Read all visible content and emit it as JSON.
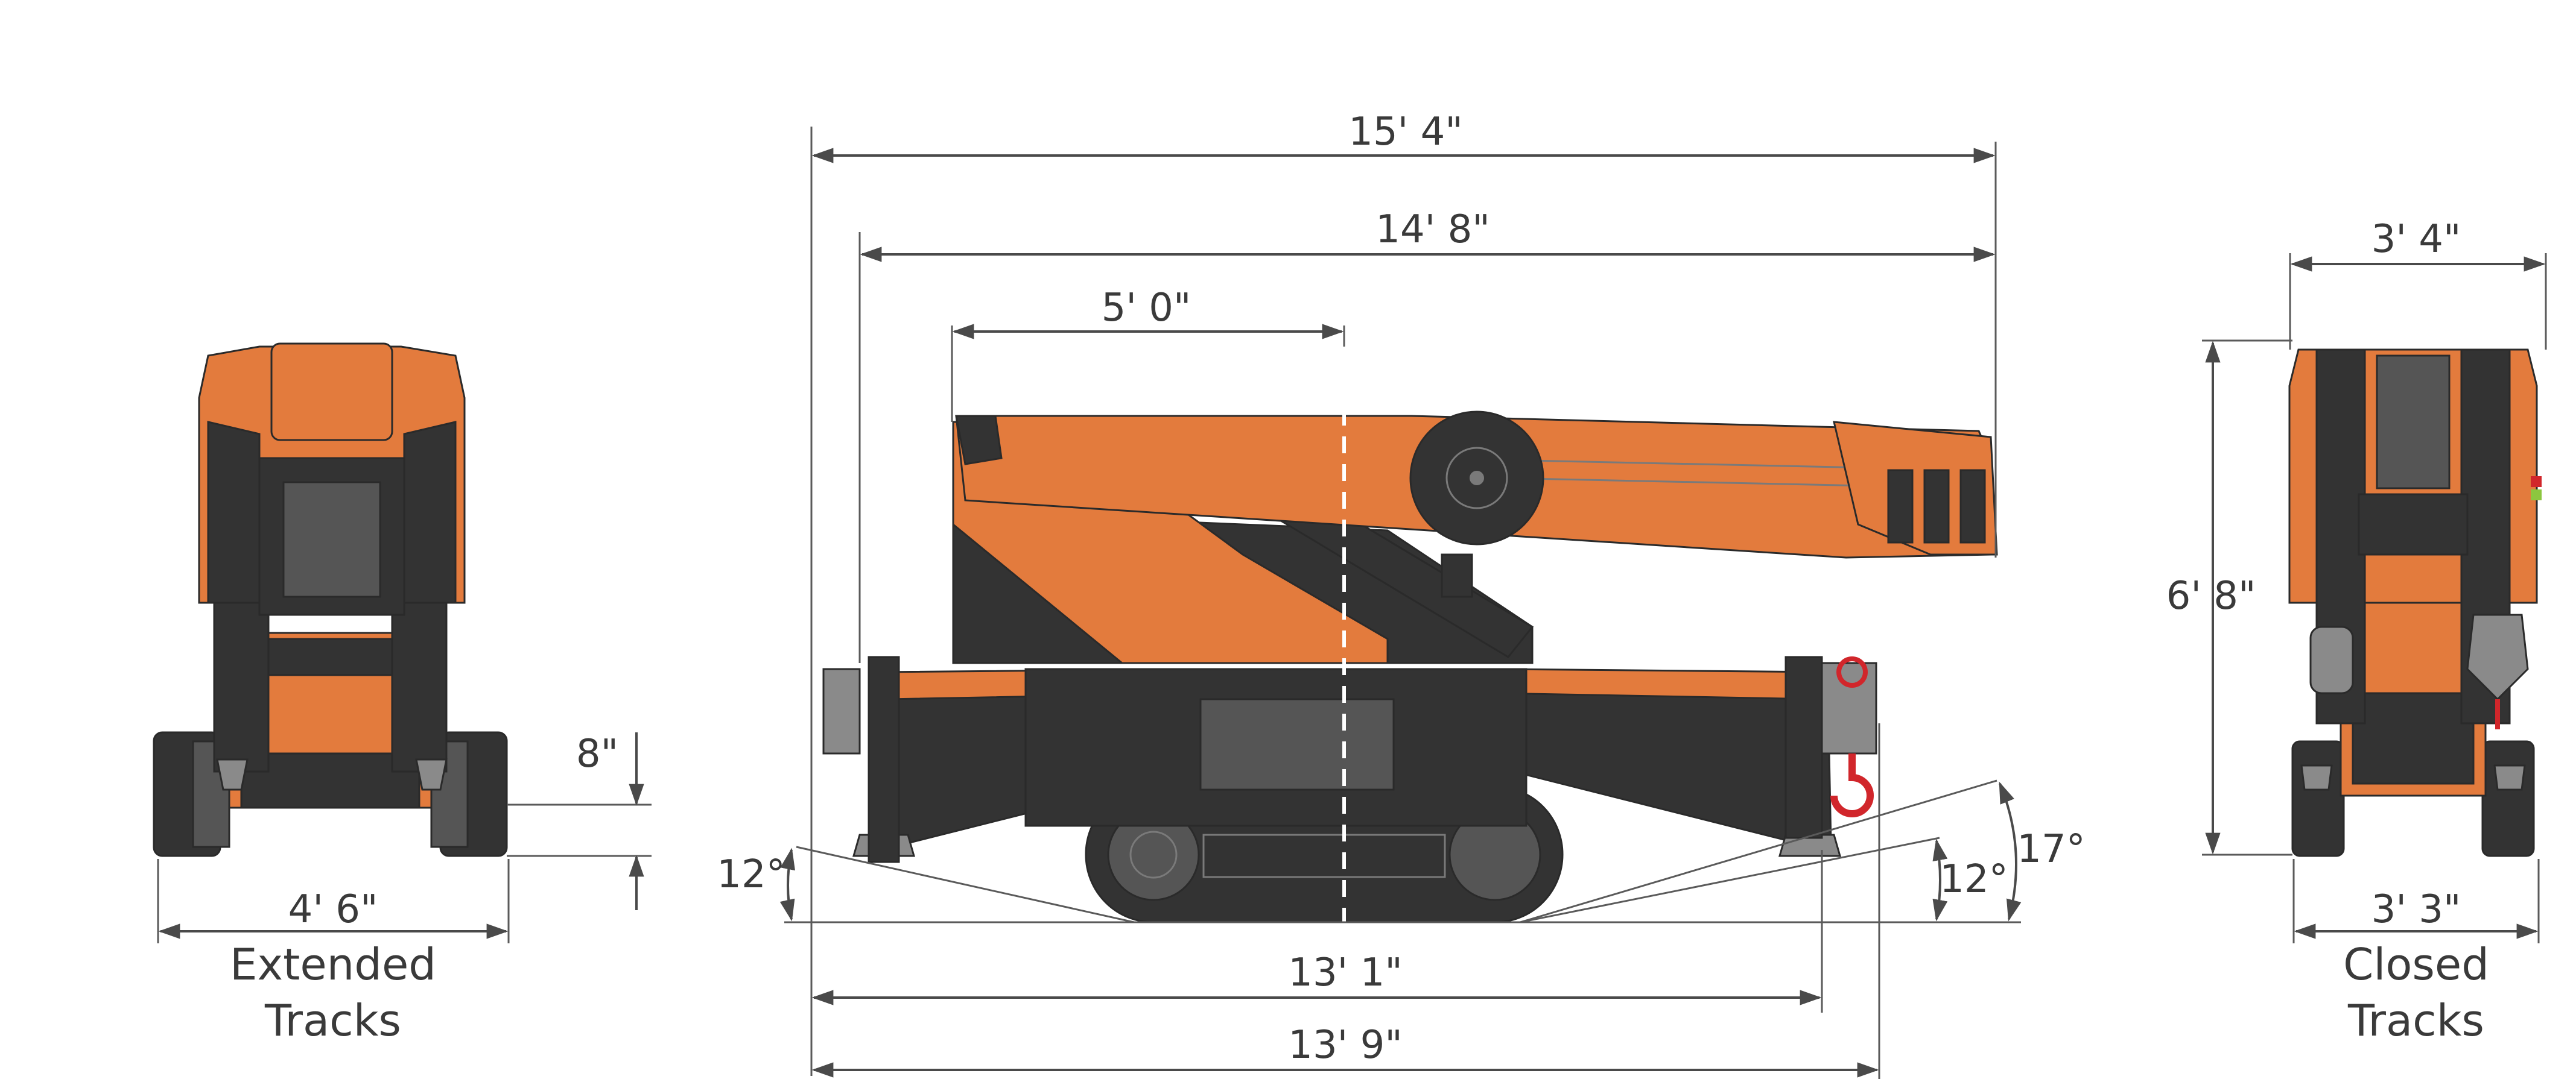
{
  "colors": {
    "machine_orange": "#e37b3d",
    "machine_dark": "#333333",
    "dimension_line": "#4a4a4a",
    "hook_red": "#d1262b"
  },
  "left_view": {
    "track_spread_width": "4' 6\"",
    "ground_clearance": "8\"",
    "caption_line1": "Extended",
    "caption_line2": "Tracks"
  },
  "side_view": {
    "overall_length": "15' 4\"",
    "boom_length": "14' 8\"",
    "boom_to_center": "5' 0\"",
    "approach_angle": "12°",
    "departure_angle_low": "12°",
    "departure_angle_high": "17°",
    "base_length": "13' 1\"",
    "total_base_length": "13' 9\""
  },
  "right_view": {
    "top_width": "3' 4\"",
    "height": "6' 8\"",
    "track_closed_width": "3' 3\"",
    "caption_line1": "Closed",
    "caption_line2": "Tracks"
  }
}
